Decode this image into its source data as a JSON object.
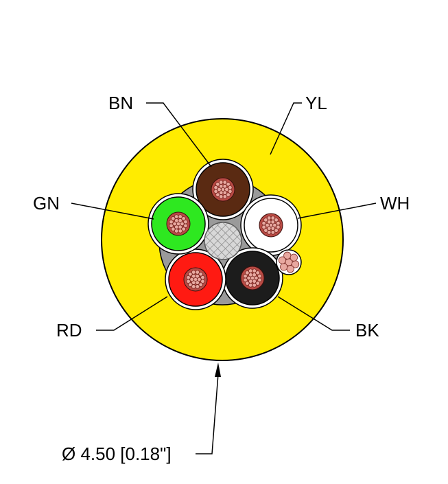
{
  "cable": {
    "jacket": {
      "label": "YL",
      "color": "#ffec00"
    },
    "cores": [
      {
        "label": "BN",
        "color": "#5a2a12"
      },
      {
        "label": "WH",
        "color": "#ffffff"
      },
      {
        "label": "BK",
        "color": "#1c1c1c"
      },
      {
        "label": "RD",
        "color": "#ff1a12"
      },
      {
        "label": "GN",
        "color": "#2ee820"
      }
    ],
    "strand_color": "#e8a8a0",
    "dimension": "Ø 4.50 [0.18\"]"
  }
}
